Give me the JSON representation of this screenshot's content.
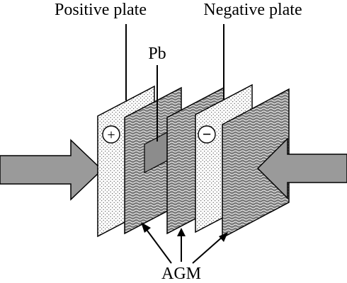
{
  "labels": {
    "positive_plate": "Positive plate",
    "negative_plate": "Negative plate",
    "pb": "Pb",
    "agm": "AGM",
    "plus_symbol": "+",
    "minus_symbol": "−"
  },
  "colors": {
    "arrow_fill": "#9a9a9a",
    "pb_fill": "#8c8c8c",
    "line": "#000000",
    "background": "#ffffff"
  }
}
